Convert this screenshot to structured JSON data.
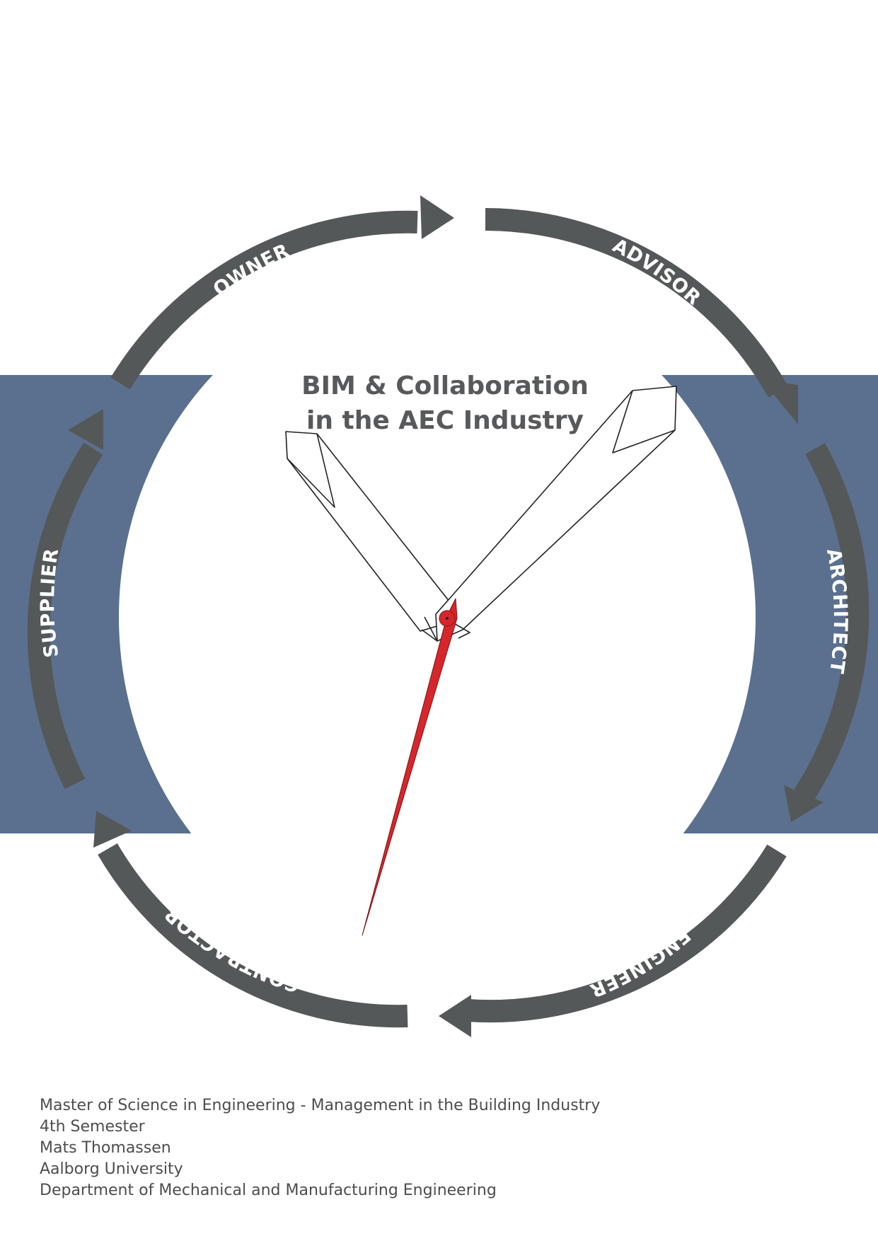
{
  "title": {
    "line1": "BIM & Collaboration",
    "line2": "in the AEC Industry"
  },
  "cycle": {
    "roles": [
      "OWNER",
      "ADVISOR",
      "ARCHITECT",
      "ENGINEER",
      "CONTRACTOR",
      "SUPPLIER"
    ]
  },
  "footer": {
    "programme": "Master of Science in Engineering - Management in the Building Industry",
    "semester": "4th Semester",
    "author": "Mats Thomassen",
    "university": "Aalborg University",
    "department": "Department of Mechanical and Manufacturing Engineering"
  },
  "colors": {
    "band": "#5b708f",
    "arrow": "#555858",
    "title": "#58595b",
    "second_hand": "#d7262b",
    "label": "#ffffff"
  }
}
